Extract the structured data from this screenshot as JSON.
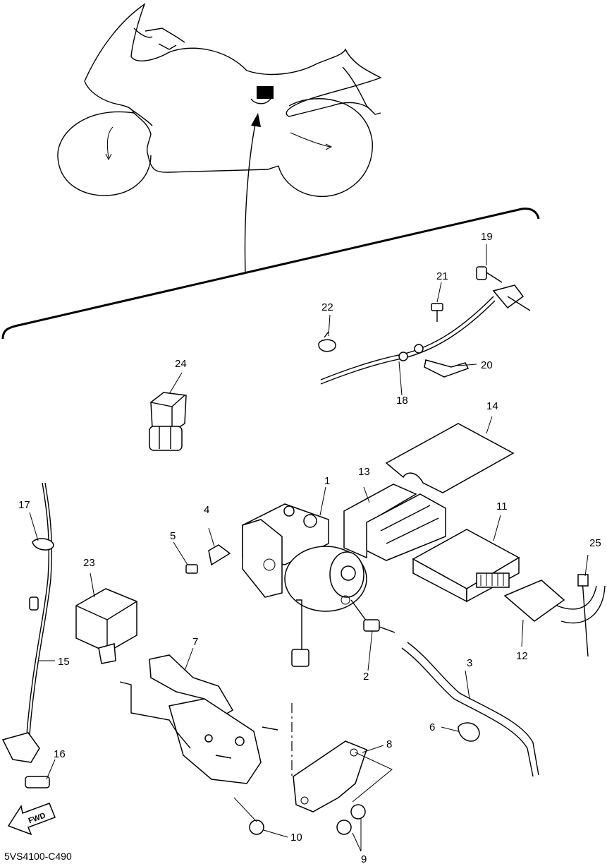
{
  "diagram": {
    "part_code": "5VS4100-C490",
    "direction_label": "FWD",
    "callouts": [
      "1",
      "2",
      "3",
      "4",
      "5",
      "6",
      "7",
      "8",
      "9",
      "10",
      "11",
      "12",
      "13",
      "14",
      "15",
      "16",
      "17",
      "18",
      "19",
      "20",
      "21",
      "22",
      "23",
      "24",
      "25"
    ]
  }
}
